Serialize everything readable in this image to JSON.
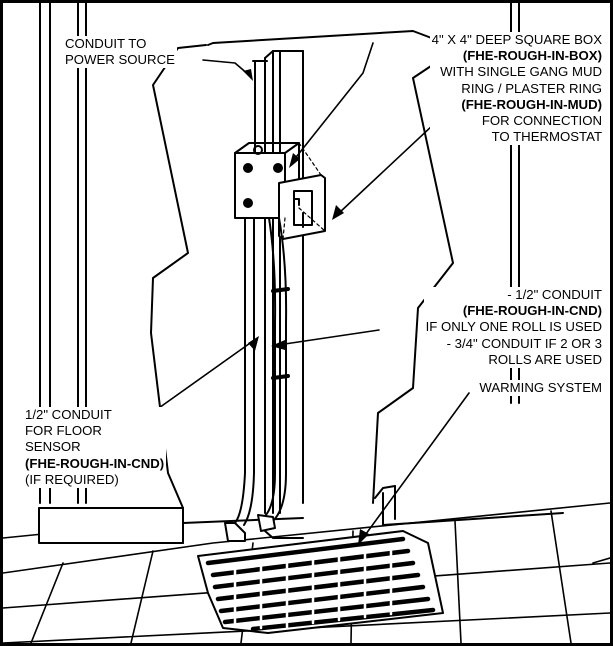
{
  "labels": {
    "conduit_power": [
      "CONDUIT TO",
      "POWER SOURCE"
    ],
    "box": {
      "line1": "4\" x 4\" DEEP SQUARE BOX",
      "part1": "(FHE-ROUGH-IN-BOX)",
      "line2": "WITH SINGLE GANG MUD",
      "line3": "RING / PLASTER RING",
      "part2": "(FHE-ROUGH-IN-MUD)",
      "line4": "FOR CONNECTION",
      "line5": "TO THERMOSTAT"
    },
    "main_conduit": {
      "line1": "- 1/2\" CONDUIT",
      "part": "(FHE-ROUGH-IN-CND)",
      "line2": "IF ONLY ONE ROLL IS USED",
      "line3": "- 3/4\" CONDUIT IF 2 OR 3",
      "line4": "ROLLS ARE USED"
    },
    "warming_system": "WARMING SYSTEM",
    "sensor_conduit": {
      "line1": "1/2\" CONDUIT",
      "line2": "FOR FLOOR",
      "line3": "SENSOR",
      "part": "(FHE-ROUGH-IN-CND)",
      "line4": "(IF REQUIRED)"
    }
  }
}
